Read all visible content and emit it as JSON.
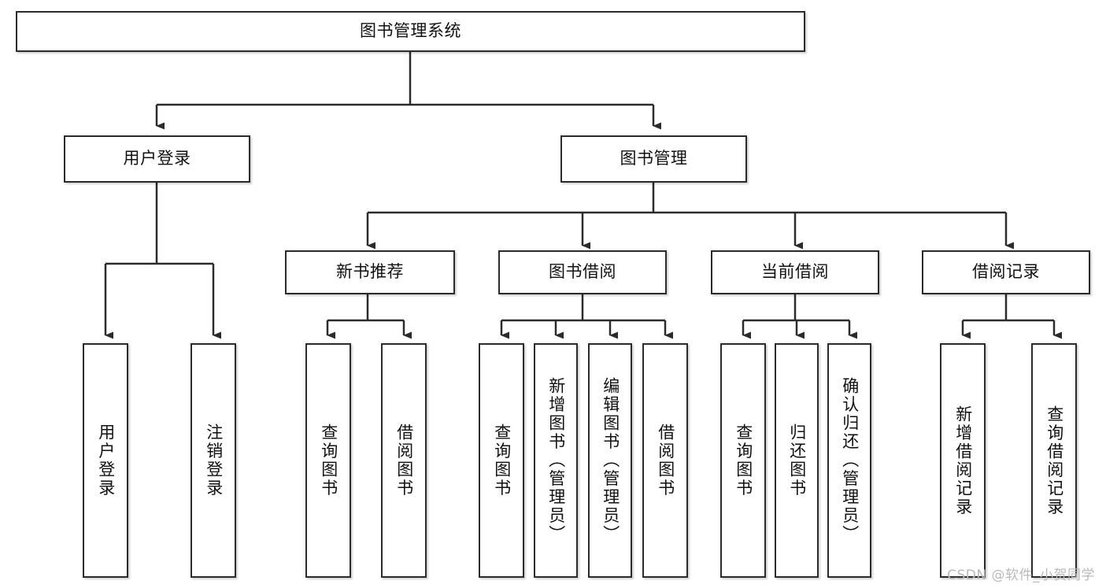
{
  "diagram": {
    "type": "tree-hierarchy",
    "title": "图书管理系统",
    "root": {
      "id": "root",
      "label": "图书管理系统",
      "level": 0
    },
    "level1": [
      {
        "id": "user-login",
        "label": "用户登录"
      },
      {
        "id": "book-management",
        "label": "图书管理"
      }
    ],
    "level2": [
      {
        "id": "new-book-recommend",
        "label": "新书推荐",
        "parent": "book-management"
      },
      {
        "id": "book-borrow",
        "label": "图书借阅",
        "parent": "book-management"
      },
      {
        "id": "current-borrow",
        "label": "当前借阅",
        "parent": "book-management"
      },
      {
        "id": "borrow-record",
        "label": "借阅记录",
        "parent": "book-management"
      }
    ],
    "leaves": [
      {
        "id": "leaf-user-login",
        "label": "用户登录",
        "parent": "user-login"
      },
      {
        "id": "leaf-logout-login",
        "label": "注销登录",
        "parent": "user-login"
      },
      {
        "id": "leaf-query-book-1",
        "label": "查询图书",
        "parent": "new-book-recommend"
      },
      {
        "id": "leaf-borrow-book-1",
        "label": "借阅图书",
        "parent": "new-book-recommend"
      },
      {
        "id": "leaf-query-book-2",
        "label": "查询图书",
        "parent": "book-borrow"
      },
      {
        "id": "leaf-add-book",
        "label": "新增图书（管理员）",
        "parent": "book-borrow"
      },
      {
        "id": "leaf-edit-book",
        "label": "编辑图书（管理员）",
        "parent": "book-borrow"
      },
      {
        "id": "leaf-borrow-book-2",
        "label": "借阅图书",
        "parent": "book-borrow"
      },
      {
        "id": "leaf-query-book-3",
        "label": "查询图书",
        "parent": "current-borrow"
      },
      {
        "id": "leaf-return-book",
        "label": "归还图书",
        "parent": "current-borrow"
      },
      {
        "id": "leaf-confirm-return",
        "label": "确认归还（管理员）",
        "parent": "current-borrow"
      },
      {
        "id": "leaf-add-record",
        "label": "新增借阅记录",
        "parent": "borrow-record"
      },
      {
        "id": "leaf-query-record",
        "label": "查询借阅记录",
        "parent": "borrow-record"
      }
    ],
    "colors": {
      "stroke": "#2b2b2b",
      "fill": "#ffffff",
      "text": "#111111",
      "watermark": "#b9b9b9"
    }
  },
  "watermark": {
    "text": "CSDN @软件_小贺同学"
  }
}
